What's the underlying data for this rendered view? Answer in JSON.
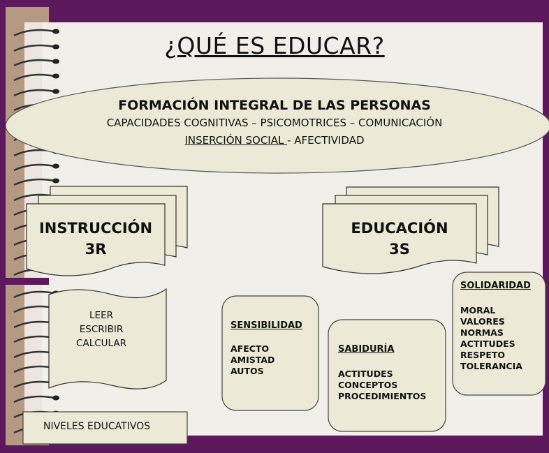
{
  "title": "¿QUÉ ES EDUCAR?",
  "formacion": {
    "heading": "FORMACIÓN INTEGRAL DE LAS PERSONAS",
    "capacidades": "CAPACIDADES COGNITIVAS – PSICOMOTRICES – COMUNICACIÓN",
    "insercion": "INSERCIÓN SOCIAL ",
    "afectividad": "- AFECTIVIDAD"
  },
  "instruccion": {
    "line1": "INSTRUCCIÓN",
    "line2": "3R"
  },
  "educacion": {
    "line1": "EDUCACIÓN",
    "line2": "3S"
  },
  "scroll": [
    "LEER",
    "ESCRIBIR",
    "CALCULAR"
  ],
  "sensibilidad": {
    "title": "SENSIBILIDAD",
    "items": [
      "AFECTO",
      "AMISTAD",
      "AUTOS"
    ]
  },
  "sabiduria": {
    "title": "SABIDURÍA",
    "items": [
      "ACTITUDES",
      "CONCEPTOS",
      "PROCEDIMIENTOS"
    ]
  },
  "solidaridad": {
    "title": "SOLIDARIDAD",
    "items": [
      "MORAL",
      "VALORES",
      "NORMAS",
      "ACTITUDES",
      "RESPETO",
      "TOLERANCIA"
    ]
  },
  "niveles": "NIVELES EDUCATIVOS",
  "colors": {
    "frame": "#5c1a5c",
    "paper": "#f2eeea",
    "shape": "#ecead7",
    "spine": "#b49a82"
  }
}
